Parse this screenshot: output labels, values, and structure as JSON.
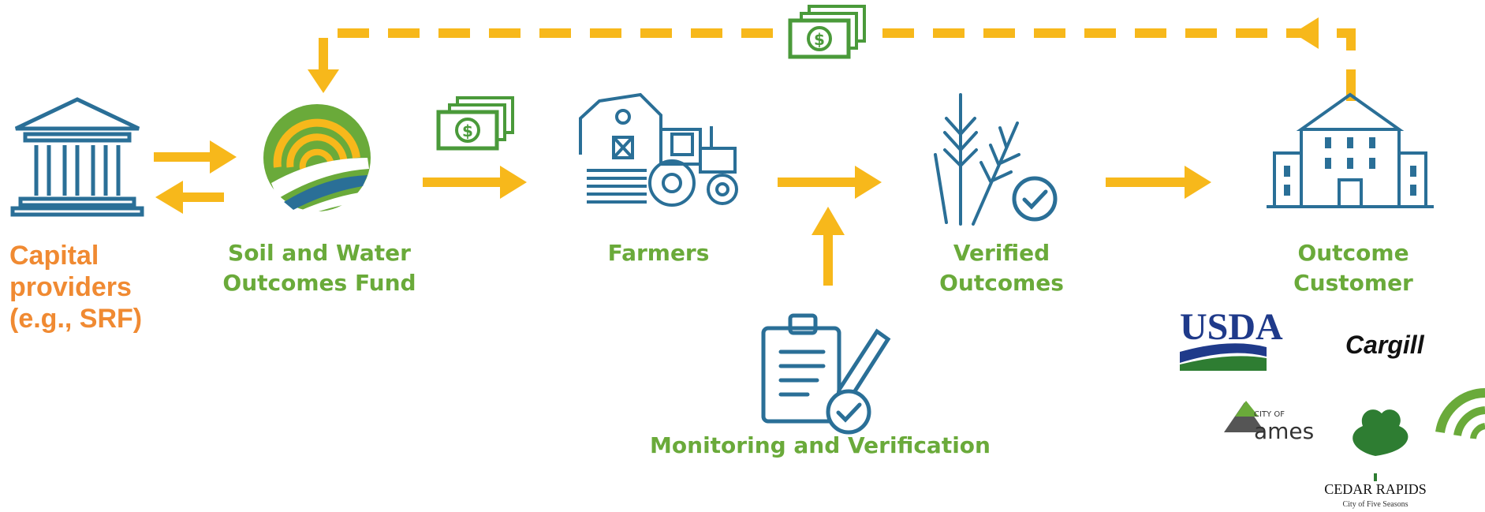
{
  "nodes": {
    "capital": {
      "line1": "Capital",
      "line2": "providers",
      "line3": "(e.g., SRF)"
    },
    "fund": {
      "line1": "Soil and Water",
      "line2": "Outcomes Fund"
    },
    "farmers": {
      "line1": "Farmers"
    },
    "verified": {
      "line1": "Verified",
      "line2": "Outcomes"
    },
    "customer": {
      "line1": "Outcome",
      "line2": "Customer"
    },
    "monitoring": {
      "line1": "Monitoring and Verification"
    }
  },
  "logos": {
    "usda": "USDA",
    "cargill": "Cargill",
    "ames_small": "CITY OF",
    "ames": "ames",
    "cedar": "CEDAR RAPIDS",
    "cedar_sub": "City of Five Seasons"
  },
  "colors": {
    "arrow": "#f7b81b",
    "green_label": "#6aaa3a",
    "orange_label": "#f08a32",
    "icon_blue": "#2a6f97",
    "money_green": "#4a9a3a"
  }
}
